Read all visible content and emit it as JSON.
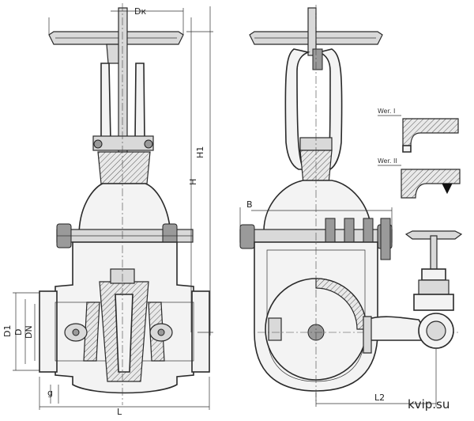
{
  "labels": {
    "dk": "Dк",
    "h1": "H1",
    "h": "H",
    "b": "B",
    "d1": "D1",
    "d": "D",
    "dn": "DN",
    "g": "g",
    "l": "L",
    "l2": "L2",
    "variant1": "Wer. I",
    "variant2": "Wer. II"
  },
  "watermark": "kvip.su"
}
